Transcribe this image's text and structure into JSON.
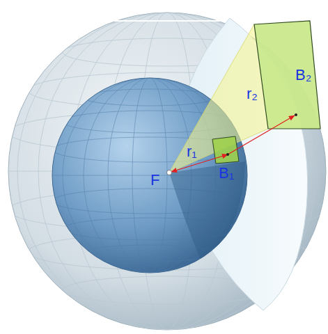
{
  "diagram": {
    "labels": [
      "F",
      "r₁",
      "r₂",
      "B₁",
      "B₂"
    ]
  }
}
